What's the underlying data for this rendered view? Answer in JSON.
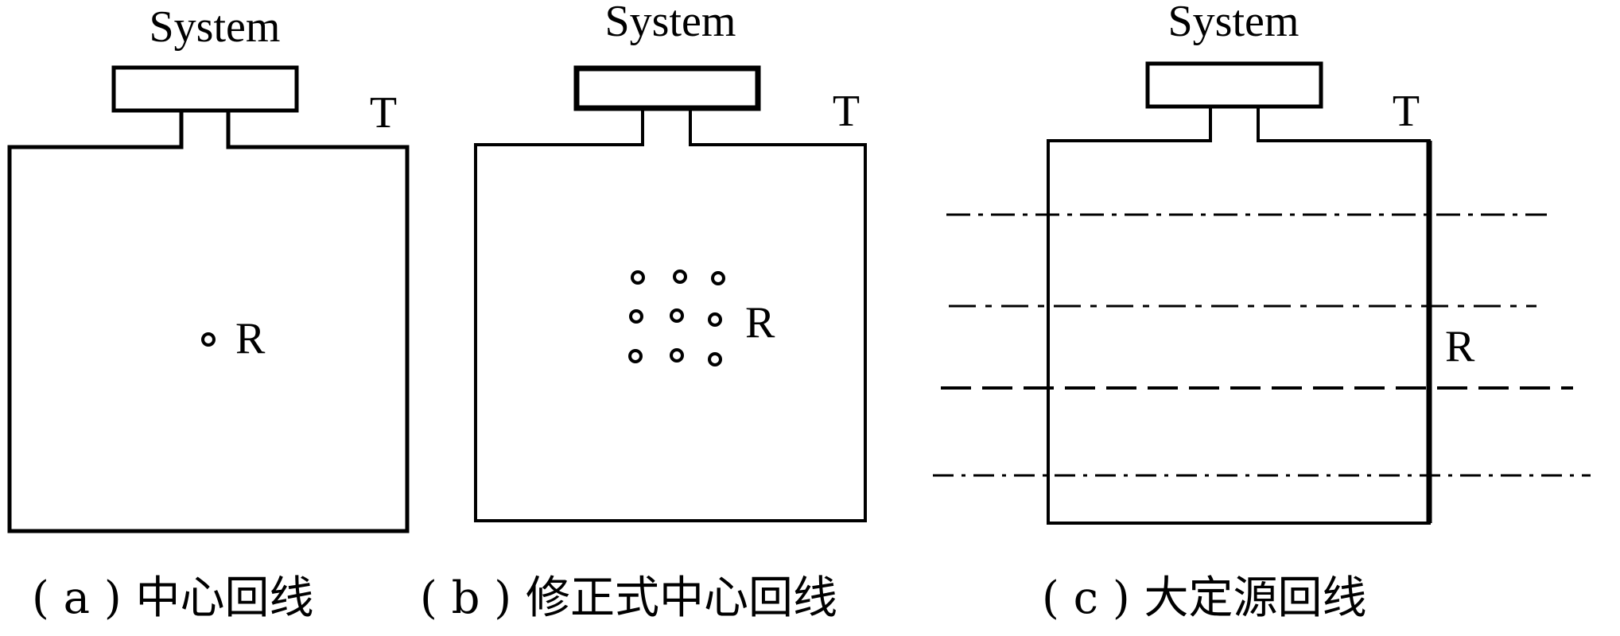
{
  "panels": [
    {
      "id": "a",
      "system_label": "System",
      "transmitter_label": "T",
      "receiver_label": "R",
      "caption": "( a ) 中心回线"
    },
    {
      "id": "b",
      "system_label": "System",
      "transmitter_label": "T",
      "receiver_label": "R",
      "caption": "( b ) 修正式中心回线"
    },
    {
      "id": "c",
      "system_label": "System",
      "transmitter_label": "T",
      "receiver_label": "R",
      "caption": "( c ) 大定源回线"
    }
  ],
  "colors": {
    "line": "#000000",
    "background": "#ffffff"
  }
}
